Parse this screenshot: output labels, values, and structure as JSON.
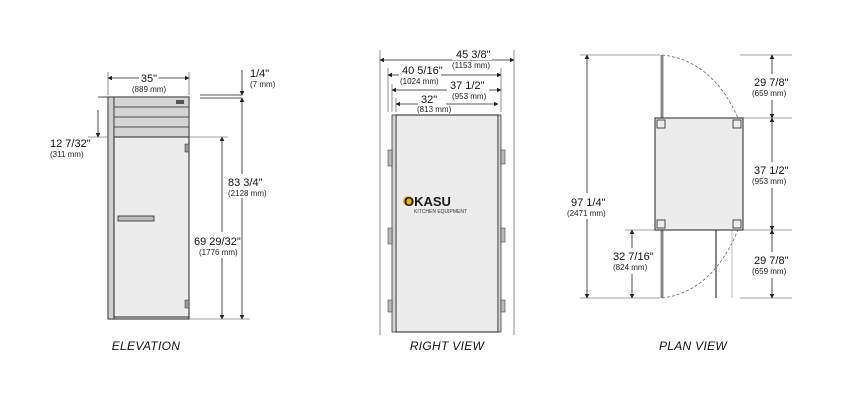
{
  "views": {
    "elevation": {
      "caption": "ELEVATION",
      "width": {
        "main": "35\"",
        "mm": "(889 mm)"
      },
      "top_gap": {
        "main": "1/4\"",
        "mm": "(7 mm)"
      },
      "grille_height": {
        "main": "12 7/32\"",
        "mm": "(311 mm)"
      },
      "total_height": {
        "main": "83 3/4\"",
        "mm": "(2128 mm)"
      },
      "door_height": {
        "main": "69 29/32\"",
        "mm": "(1776 mm)"
      }
    },
    "right_view": {
      "caption": "RIGHT VIEW",
      "depth_total": {
        "main": "45 3/8\"",
        "mm": "(1153 mm)"
      },
      "depth_handle": {
        "main": "40 5/16\"",
        "mm": "(1024 mm)"
      },
      "depth_door": {
        "main": "37 1/2\"",
        "mm": "(953 mm)"
      },
      "depth_body": {
        "main": "32\"",
        "mm": "(813 mm)"
      },
      "logo": {
        "text": "OKASU",
        "sub": "KITCHEN EQUIPMENT"
      }
    },
    "plan_view": {
      "caption": "PLAN VIEW",
      "overall": {
        "main": "97 1/4\"",
        "mm": "(2471 mm)"
      },
      "door_swing_top": {
        "main": "29 7/8\"",
        "mm": "(659 mm)"
      },
      "cabinet_depth": {
        "main": "37 1/2\"",
        "mm": "(953 mm)"
      },
      "door_swing_bottom": {
        "main": "29 7/8\"",
        "mm": "(659 mm)"
      },
      "door_width": {
        "main": "32 7/16\"",
        "mm": "(824 mm)"
      }
    }
  }
}
